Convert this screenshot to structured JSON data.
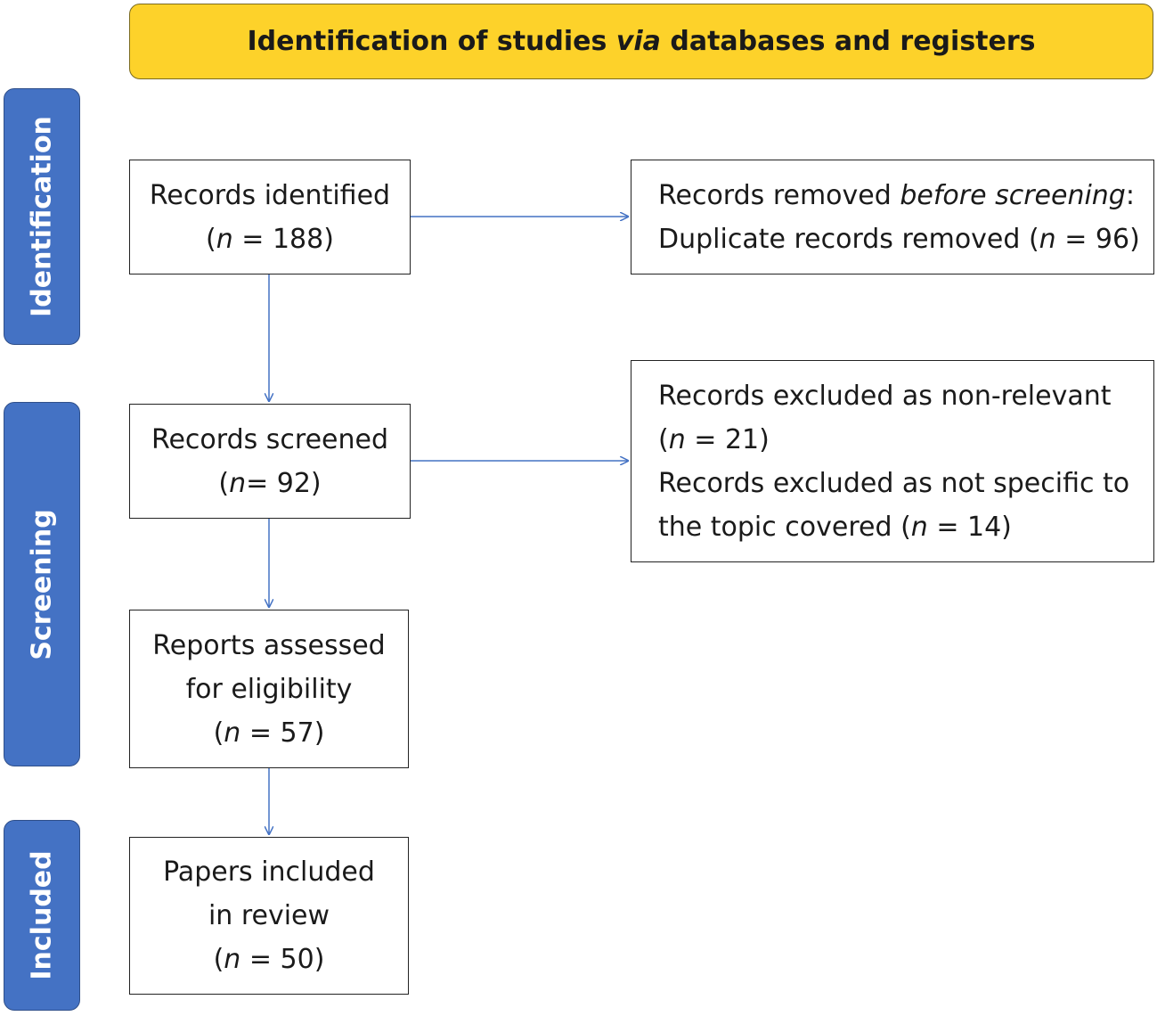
{
  "header": {
    "prefix": "Identification of studies ",
    "italic": "via",
    "suffix": " databases and registers"
  },
  "phases": {
    "identification": "Identification",
    "screening": "Screening",
    "included": "Included"
  },
  "nodes": {
    "records_identified": {
      "label": "Records identified",
      "n_prefix": "(",
      "n_var": "n",
      "n_rest": " = 188)"
    },
    "records_removed": {
      "label_prefix": "Records removed ",
      "label_italic": "before screening",
      "label_suffix": ":",
      "line2": "Duplicate records removed (",
      "n_var": "n",
      "n_rest": " = 96)"
    },
    "records_screened": {
      "label": "Records screened",
      "n_prefix": "(",
      "n_var": "n",
      "n_rest": "= 92)"
    },
    "records_excluded": {
      "line1": "Records excluded as non-relevant",
      "line2_prefix": "(",
      "line2_var": "n",
      "line2_rest": " = 21)",
      "line3": "Records excluded as not specific to",
      "line4_prefix": "the topic covered (",
      "line4_var": "n",
      "line4_rest": " = 14)"
    },
    "reports_assessed": {
      "line1": "Reports assessed",
      "line2": "for eligibility",
      "n_prefix": "(",
      "n_var": "n",
      "n_rest": " = 57)"
    },
    "papers_included": {
      "line1": "Papers included",
      "line2": "in review",
      "n_prefix": "(",
      "n_var": "n",
      "n_rest": " = 50)"
    }
  },
  "colors": {
    "header_fill": "#fdd22a",
    "phase_fill": "#4472c4",
    "arrow": "#4472c4"
  }
}
